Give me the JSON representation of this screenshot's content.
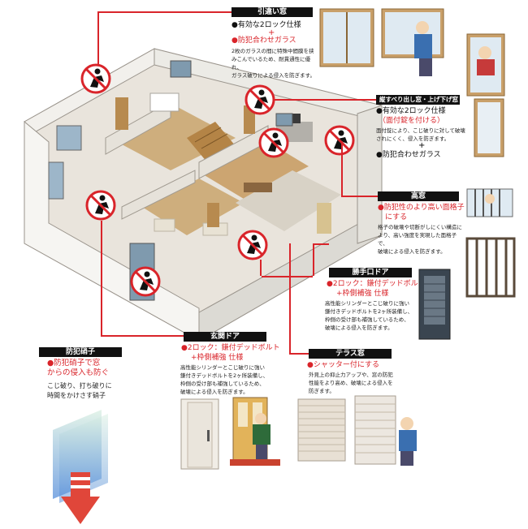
{
  "callouts": {
    "hikichigai": {
      "header": "引違い窓",
      "line1": "●有効な2ロック仕様",
      "plus": "+",
      "line2": "●防犯合わせガラス",
      "body": [
        "2枚のガラスの間に特殊中間膜を挟",
        "みこんでいるため、耐貫通性に優れ、",
        "ガラス破りによる侵入を防ぎます。"
      ]
    },
    "tate": {
      "header": "縦すべり出し窓・上げ下げ窓",
      "line1": "●有効な2ロック仕様",
      "line1b": "（面付錠を付ける）",
      "body": [
        "面付錠により、こじ破りに対して破壊",
        "されにくく、侵入を防ぎます。"
      ],
      "plus": "+",
      "line2": "●防犯合わせガラス"
    },
    "takamado": {
      "header": "高窓",
      "line1": "●防犯性のより高い面格子",
      "line1b": "にする",
      "body": [
        "格子の破壊や切断がしにくい構造に",
        "より、高い強度を実現した面格子で、",
        "破壊による侵入を防ぎます。"
      ]
    },
    "katteguchi": {
      "header": "勝手口ドア",
      "line1": "●2ロック：鎌付デッドボルト",
      "line1b": "+枠側補強 仕様",
      "body": [
        "高性能シリンダーとこじ破りに強い",
        "鎌付きデッドボルトを2ヶ所装備し、",
        "枠側の受け部も補強しているため、",
        "破壊による侵入を防ぎます。"
      ]
    },
    "genkan": {
      "header": "玄関ドア",
      "line1": "●2ロック：鎌付デッドボルト",
      "line1b": "+枠側補強 仕様",
      "body": [
        "高性能シリンダーとこじ破りに強い",
        "鎌付きデッドボルトを2ヶ所装備し、",
        "枠側の受け部も補強しているため、",
        "破壊による侵入を防ぎます。"
      ]
    },
    "terrace": {
      "header": "テラス窓",
      "line1": "●シャッター付にする",
      "body": [
        "外見上の抑止力アップや、窓の防犯",
        "性能をより高め、破壊による侵入を",
        "防ぎます。"
      ]
    },
    "bouhan": {
      "header": "防犯硝子",
      "line1": "●防犯硝子で窓",
      "line1b": "からの侵入も防ぐ",
      "body": [
        "こじ破り、打ち破りに",
        "時間をかけさす硝子"
      ]
    }
  },
  "colors": {
    "accent_red": "#d9242a",
    "header_bg": "#111111"
  }
}
